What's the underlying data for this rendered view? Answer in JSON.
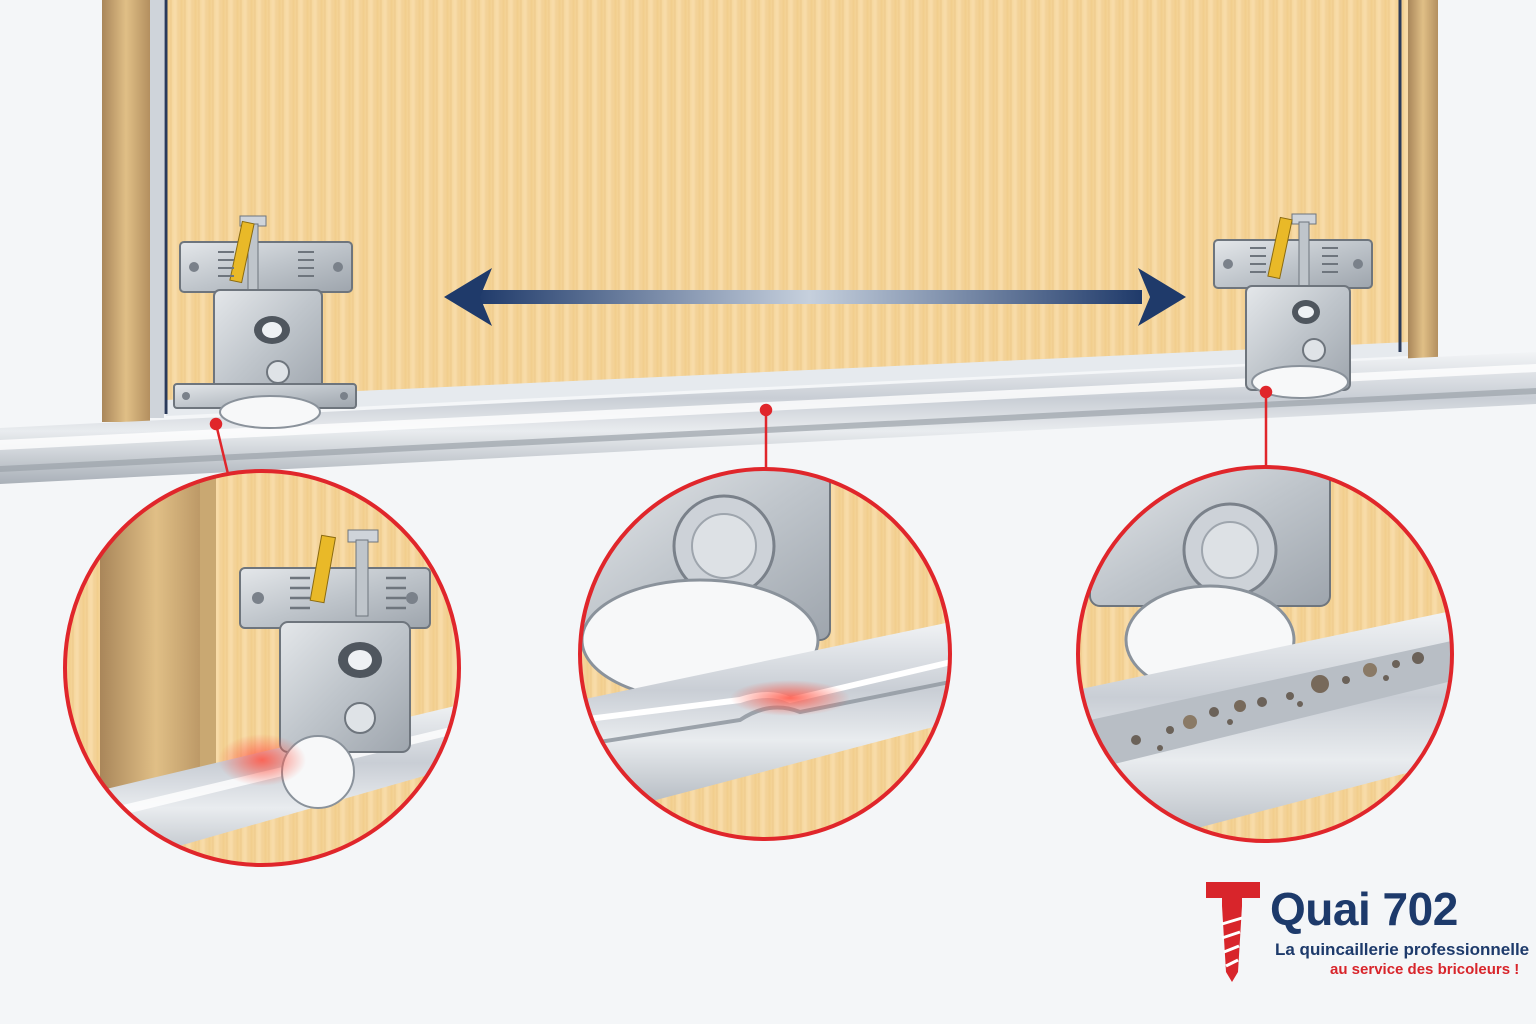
{
  "brand": {
    "name": "Quai 702",
    "tagline_line1": "La quincaillerie professionnelle",
    "tagline_line2": "au service des bricoleurs !",
    "colors": {
      "navy": "#1d3a6b",
      "red": "#d8252b"
    },
    "icon": "hammer-screw-icon"
  },
  "colors": {
    "door_wood": "#f6d79e",
    "frame_gold": "#c9a46a",
    "rail_metal": "#c7ccd3",
    "roller_steel": "#c4c9cf",
    "callout_red": "#e0262b",
    "arrow_navy": "#1f3a6a"
  },
  "callouts": [
    {
      "id": "corner-rub",
      "issue": "friction"
    },
    {
      "id": "bent-rail",
      "issue": "deformation"
    },
    {
      "id": "debris-track",
      "issue": "debris"
    }
  ]
}
